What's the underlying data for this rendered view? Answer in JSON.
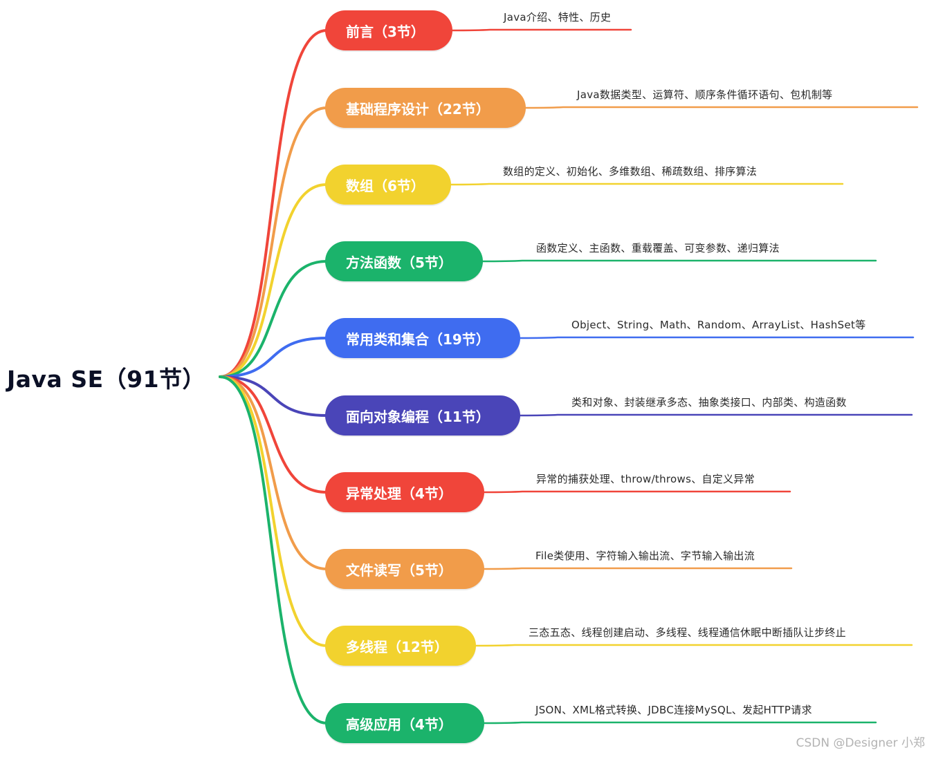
{
  "root": {
    "label": "Java SE（91节）"
  },
  "branches": [
    {
      "label": "前言（3节）",
      "topics": "Java介绍、特性、历史",
      "color": "#f0453a"
    },
    {
      "label": "基础程序设计（22节）",
      "topics": "Java数据类型、运算符、顺序条件循环语句、包机制等",
      "color": "#f19c4a"
    },
    {
      "label": "数组（6节）",
      "topics": "数组的定义、初始化、多维数组、稀疏数组、排序算法",
      "color": "#f2d22e"
    },
    {
      "label": "方法函数（5节）",
      "topics": "函数定义、主函数、重载覆盖、可变参数、递归算法",
      "color": "#1bb36b"
    },
    {
      "label": "常用类和集合（19节）",
      "topics": "Object、String、Math、Random、ArrayList、HashSet等",
      "color": "#3f6cf0"
    },
    {
      "label": "面向对象编程（11节）",
      "topics": "类和对象、封装继承多态、抽象类接口、内部类、构造函数",
      "color": "#4a45b8"
    },
    {
      "label": "异常处理（4节）",
      "topics": "异常的捕获处理、throw/throws、自定义异常",
      "color": "#f0453a"
    },
    {
      "label": "文件读写（5节）",
      "topics": "File类使用、字符输入输出流、字节输入输出流",
      "color": "#f19c4a"
    },
    {
      "label": "多线程（12节）",
      "topics": "三态五态、线程创建启动、多线程、线程通信休眠中断插队让步终止",
      "color": "#f2d22e"
    },
    {
      "label": "高级应用（4节）",
      "topics": "JSON、XML格式转换、JDBC连接MySQL、发起HTTP请求",
      "color": "#1bb36b"
    }
  ],
  "watermark": "CSDN @Designer 小郑"
}
